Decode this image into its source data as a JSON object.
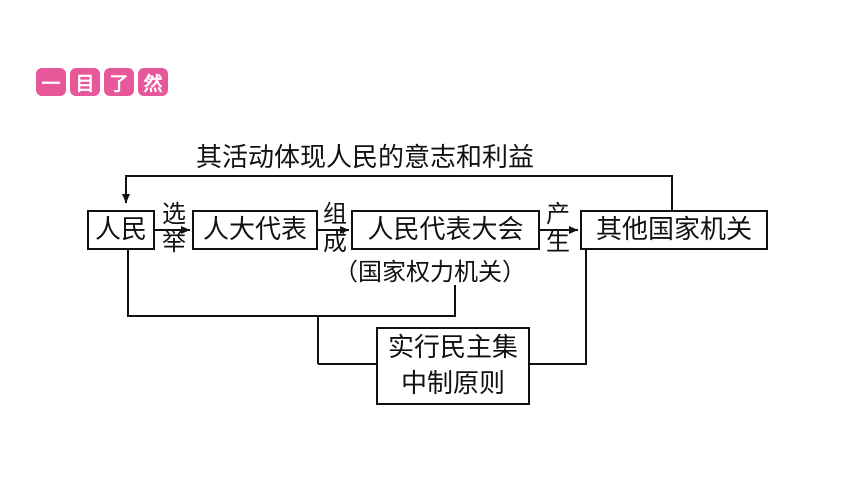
{
  "badge": {
    "chars": [
      "一",
      "目",
      "了",
      "然"
    ],
    "color": "#e7589a"
  },
  "diagram": {
    "top_label": "其活动体现人民的意志和利益",
    "nodes": {
      "people": "人民",
      "deputies": "人大代表",
      "congress": "人民代表大会",
      "others": "其他国家机关"
    },
    "edge_labels": {
      "elect": [
        "选",
        "举"
      ],
      "form": [
        "组",
        "成"
      ],
      "produce": [
        "产",
        "生"
      ]
    },
    "congress_note": "（国家权力机关）",
    "principle_lines": [
      "实行民主集",
      "中制原则"
    ]
  }
}
